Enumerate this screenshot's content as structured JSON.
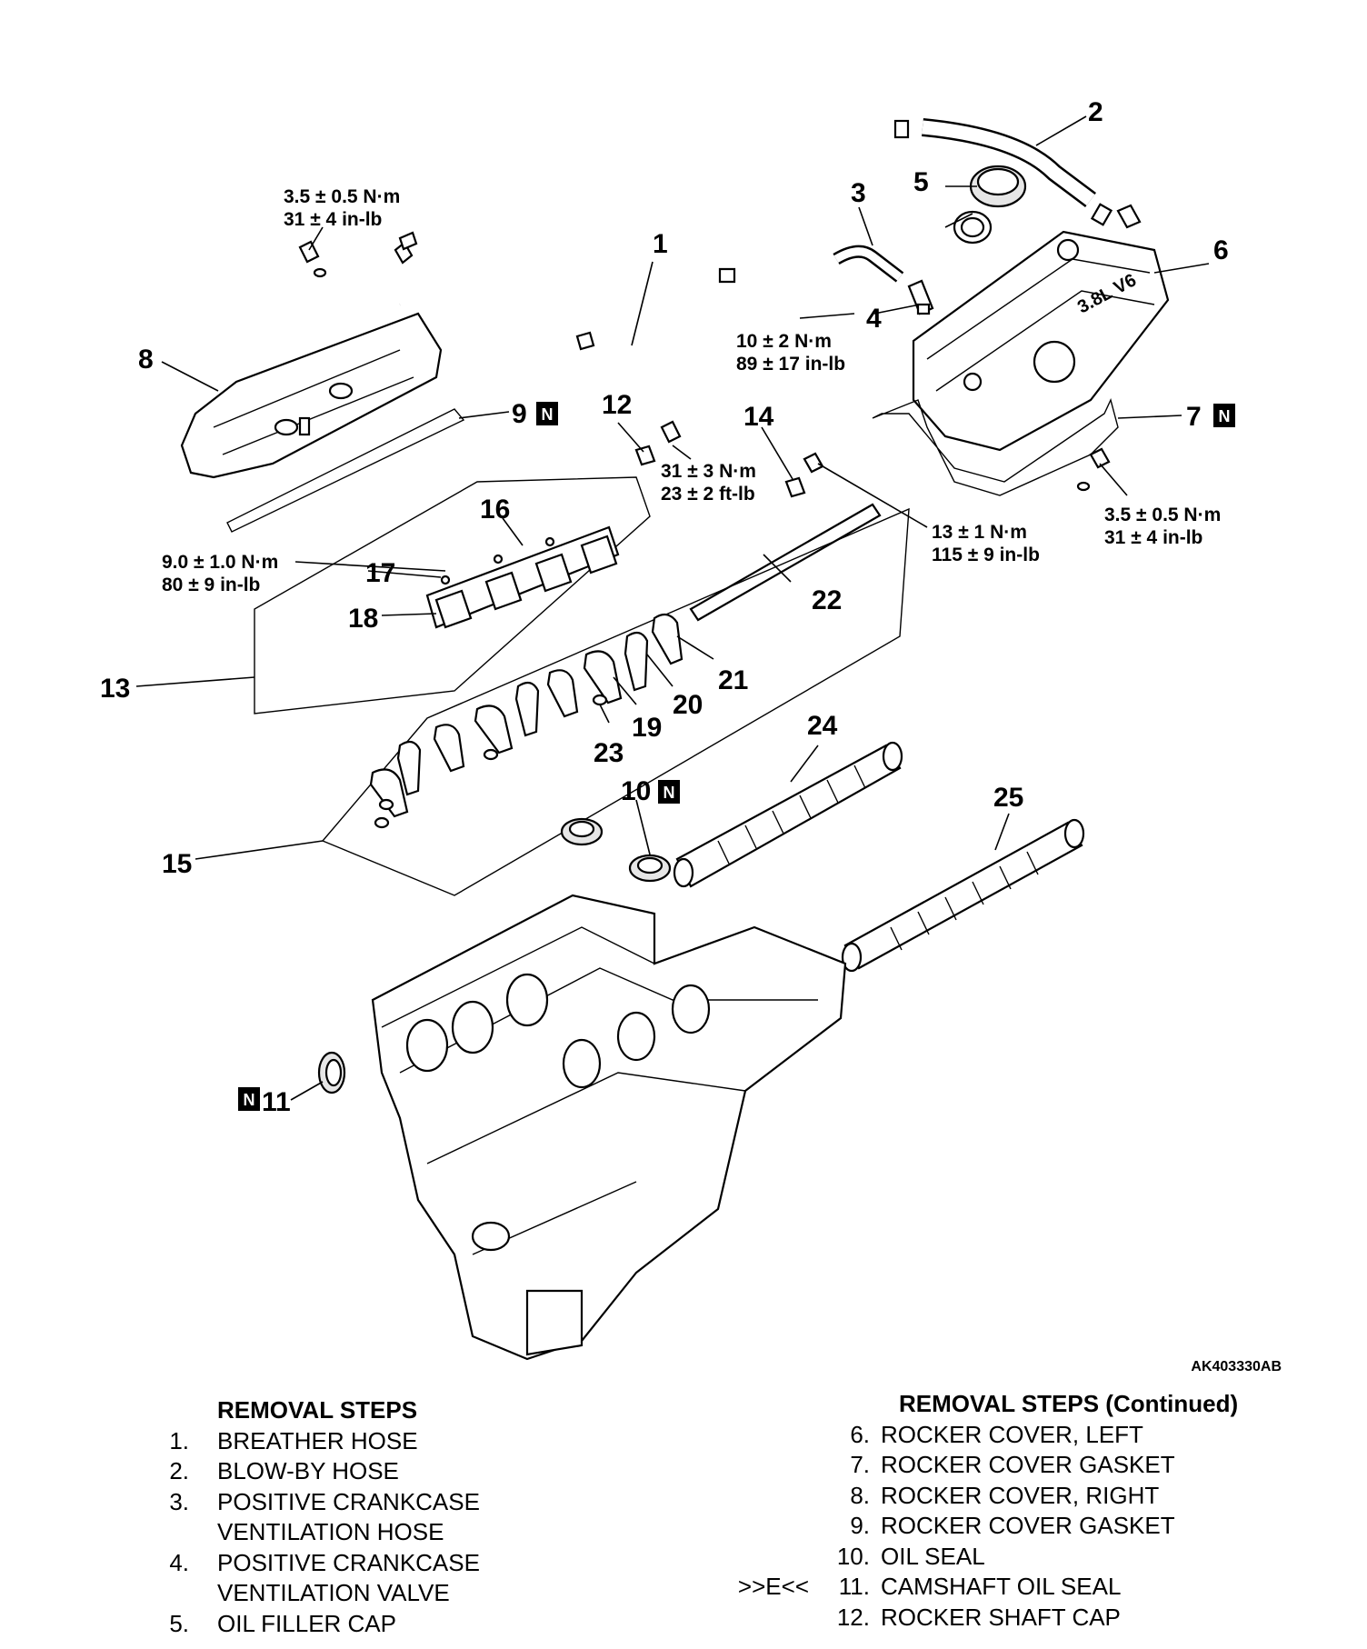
{
  "callouts": {
    "n1": "1",
    "n2": "2",
    "n3": "3",
    "n4": "4",
    "n5": "5",
    "n6": "6",
    "n7": "7",
    "n8": "8",
    "n9": "9",
    "n10": "10",
    "n11": "11",
    "n12": "12",
    "n13": "13",
    "n14": "14",
    "n15": "15",
    "n16": "16",
    "n17": "17",
    "n18": "18",
    "n19": "19",
    "n20": "20",
    "n21": "21",
    "n22": "22",
    "n23": "23",
    "n24": "24",
    "n25": "25"
  },
  "new_part_mark": "N",
  "torque": {
    "rocker_cover_right_bolt_nm": "3.5 ± 0.5 N·m",
    "rocker_cover_right_bolt_inlb": "31 ± 4 in-lb",
    "pcv_valve_nm": "10 ± 2 N·m",
    "pcv_valve_inlb": "89 ± 17 in-lb",
    "rocker_shaft_cap_bolt_nm": "31 ± 3 N·m",
    "rocker_shaft_cap_bolt_ftlb": "23 ± 2 ft-lb",
    "rocker_shaft_bolt_nm": "13 ± 1 N·m",
    "rocker_shaft_bolt_inlb": "115 ± 9 in-lb",
    "rocker_cover_left_bolt_nm": "3.5 ± 0.5 N·m",
    "rocker_cover_left_bolt_inlb": "31 ± 4 in-lb",
    "adjusting_screw_nm": "9.0 ± 1.0 N·m",
    "adjusting_screw_inlb": "80 ± 9 in-lb"
  },
  "cover_marking": "3.8L V6",
  "figure_id": "AK403330AB",
  "steps_left": {
    "header": "REMOVAL STEPS",
    "items": [
      {
        "num": "1.",
        "text": "BREATHER HOSE"
      },
      {
        "num": "2.",
        "text": "BLOW-BY HOSE"
      },
      {
        "num": "3.",
        "text": "POSITIVE CRANKCASE",
        "cont": "VENTILATION HOSE"
      },
      {
        "num": "4.",
        "text": "POSITIVE CRANKCASE",
        "cont": "VENTILATION VALVE"
      },
      {
        "num": "5.",
        "text": "OIL FILLER CAP"
      }
    ]
  },
  "steps_right": {
    "header": "REMOVAL STEPS (Continued)",
    "items": [
      {
        "num": "6.",
        "text": "ROCKER COVER, LEFT"
      },
      {
        "num": "7.",
        "text": "ROCKER COVER GASKET"
      },
      {
        "num": "8.",
        "text": "ROCKER COVER, RIGHT"
      },
      {
        "num": "9.",
        "text": "ROCKER COVER GASKET"
      },
      {
        "num": "10.",
        "text": "OIL SEAL"
      },
      {
        "num": "11.",
        "text": "CAMSHAFT OIL SEAL",
        "prefix": ">>E<<"
      },
      {
        "num": "12.",
        "text": "ROCKER SHAFT CAP"
      }
    ]
  }
}
